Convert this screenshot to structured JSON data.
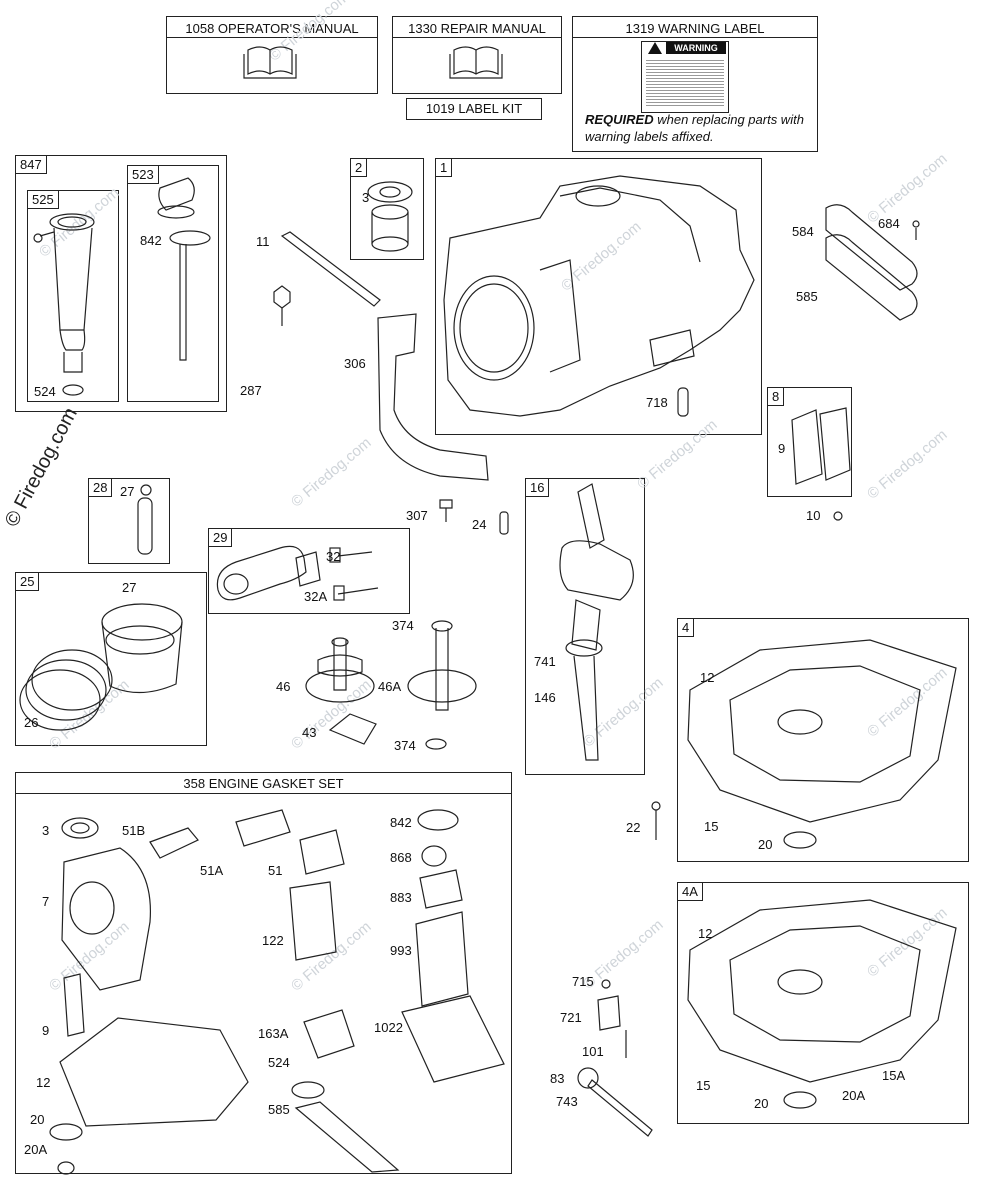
{
  "header_boxes": {
    "operators_manual": "1058 OPERATOR'S MANUAL",
    "repair_manual": "1330 REPAIR MANUAL",
    "warning_label": "1319 WARNING LABEL",
    "label_kit": "1019 LABEL KIT",
    "warning_word": "WARNING",
    "required_bold": "REQUIRED",
    "required_rest": " when replacing parts with warning labels affixed."
  },
  "watermark": {
    "brand": "© Firedog.com",
    "small": "© Firedog.com"
  },
  "gasket_set": {
    "title": "358 ENGINE GASKET SET"
  },
  "kit_tags": {
    "847": "847",
    "525": "525",
    "523": "523",
    "2": "2",
    "1": "1",
    "8": "8",
    "28": "28",
    "29": "29",
    "25": "25",
    "16": "16",
    "4": "4",
    "4A": "4A"
  },
  "part_labels": {
    "p3a": "3",
    "p11": "11",
    "p842a": "842",
    "p306": "306",
    "p287": "287",
    "p524a": "524",
    "p584": "584",
    "p684": "684",
    "p585a": "585",
    "p718": "718",
    "p9a": "9",
    "p10": "10",
    "p307": "307",
    "p24": "24",
    "p27a": "27",
    "p32": "32",
    "p32A": "32A",
    "p27b": "27",
    "p26": "26",
    "p374a": "374",
    "p46": "46",
    "p46A": "46A",
    "p43": "43",
    "p374b": "374",
    "p741": "741",
    "p146": "146",
    "p12a": "12",
    "p22": "22",
    "p15a": "15",
    "p20a": "20",
    "p3b": "3",
    "p51B": "51B",
    "p51A": "51A",
    "p51": "51",
    "p842b": "842",
    "p868": "868",
    "p883": "883",
    "p7": "7",
    "p122": "122",
    "p993": "993",
    "p9b": "9",
    "p163A": "163A",
    "p1022": "1022",
    "p524b": "524",
    "p12b": "12",
    "p585b": "585",
    "p20b": "20",
    "p20Ab": "20A",
    "p12c": "12",
    "p715": "715",
    "p721": "721",
    "p101": "101",
    "p83": "83",
    "p743": "743",
    "p15b": "15",
    "p15A": "15A",
    "p20c": "20",
    "p20Ac": "20A"
  }
}
